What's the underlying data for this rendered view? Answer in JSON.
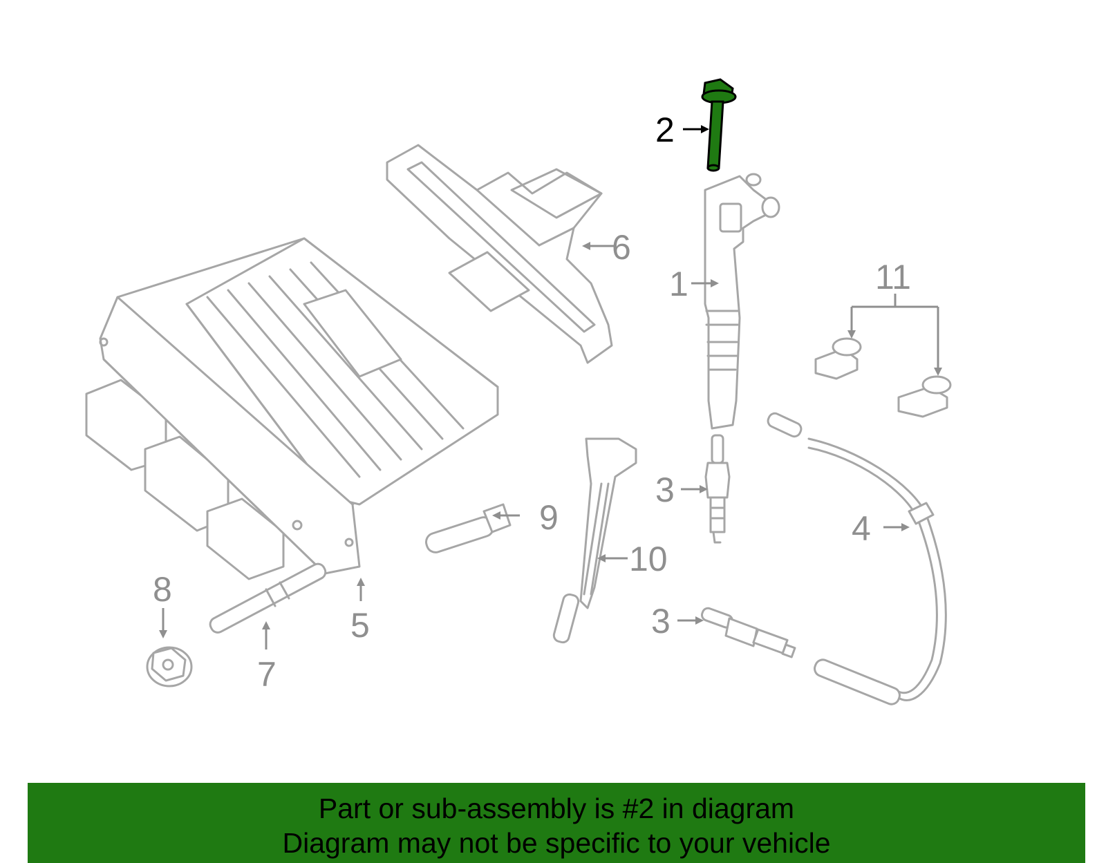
{
  "diagram": {
    "callouts": [
      "1",
      "2",
      "3",
      "3",
      "4",
      "5",
      "6",
      "7",
      "8",
      "9",
      "10",
      "11"
    ],
    "highlight_callout": "2",
    "colors": {
      "line": "#a6a6a6",
      "highlight_part": "#1f7a12",
      "highlight_text": "#000000",
      "banner": "#1f7a12"
    }
  },
  "banner": {
    "line1": "Part or sub-assembly is #2 in diagram",
    "line2": "Diagram may not be specific to your vehicle"
  }
}
